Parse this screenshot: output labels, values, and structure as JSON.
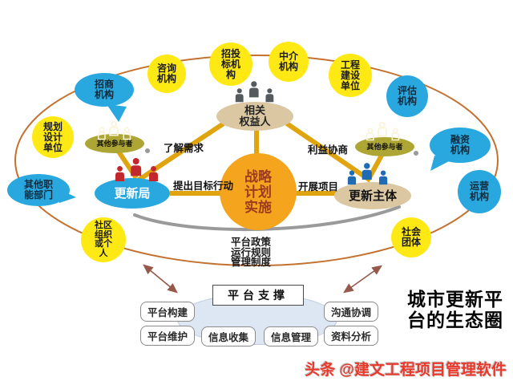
{
  "colors": {
    "yellow": "#FFE915",
    "blue": "#29A7DF",
    "orange": "#F5A41E",
    "beige": "#DBC8A2",
    "olive": "#ADA635",
    "ring": "#C4712F",
    "gold": "#DFA40E",
    "gray_swoosh": "#9A9A9A",
    "arrow": "#96584A",
    "platform_fill": "#DDE6F3",
    "red_people": "#C1272D",
    "blue_people": "#1F6CB5",
    "gray_people": "#555A5E",
    "watermark_red": "#E8392B"
  },
  "ring_nodes": [
    {
      "label": "咨询\n机构"
    },
    {
      "label": "招投\n标机\n构"
    },
    {
      "label": "中介\n机构"
    },
    {
      "label": "工程\n建设\n单位"
    },
    {
      "label": "评估\n机构"
    },
    {
      "label": "融资\n机构"
    },
    {
      "label": "运营\n机构"
    },
    {
      "label": "社会\n团体"
    },
    {
      "label": "社区\n组织\n或个\n人"
    },
    {
      "label": "其他职\n能部门"
    },
    {
      "label": "规划\n设计\n单位"
    },
    {
      "label": "招商\n机构"
    }
  ],
  "core": {
    "center": "战略\n计划\n实施",
    "stakeholders": "相关\n权益人",
    "bureau": "更新局",
    "subject": "更新主体",
    "participants_left": "其他参与者",
    "participants_right": "其他参与者"
  },
  "edge_labels": {
    "understand": "了解需求",
    "negotiate": "利益协商",
    "propose": "提出目标行动",
    "carry_out": "开展项目"
  },
  "policy_text": "平台政策\n运行规则\n管理制度",
  "platform": {
    "support": "平台支撑",
    "boxes": [
      "平台构建",
      "平台维护",
      "信息收集",
      "信息管理",
      "沟通协调",
      "资料分析"
    ]
  },
  "caption": "城市更新平\n台的生态圈",
  "watermark": "头条 @建文工程项目管理软件"
}
